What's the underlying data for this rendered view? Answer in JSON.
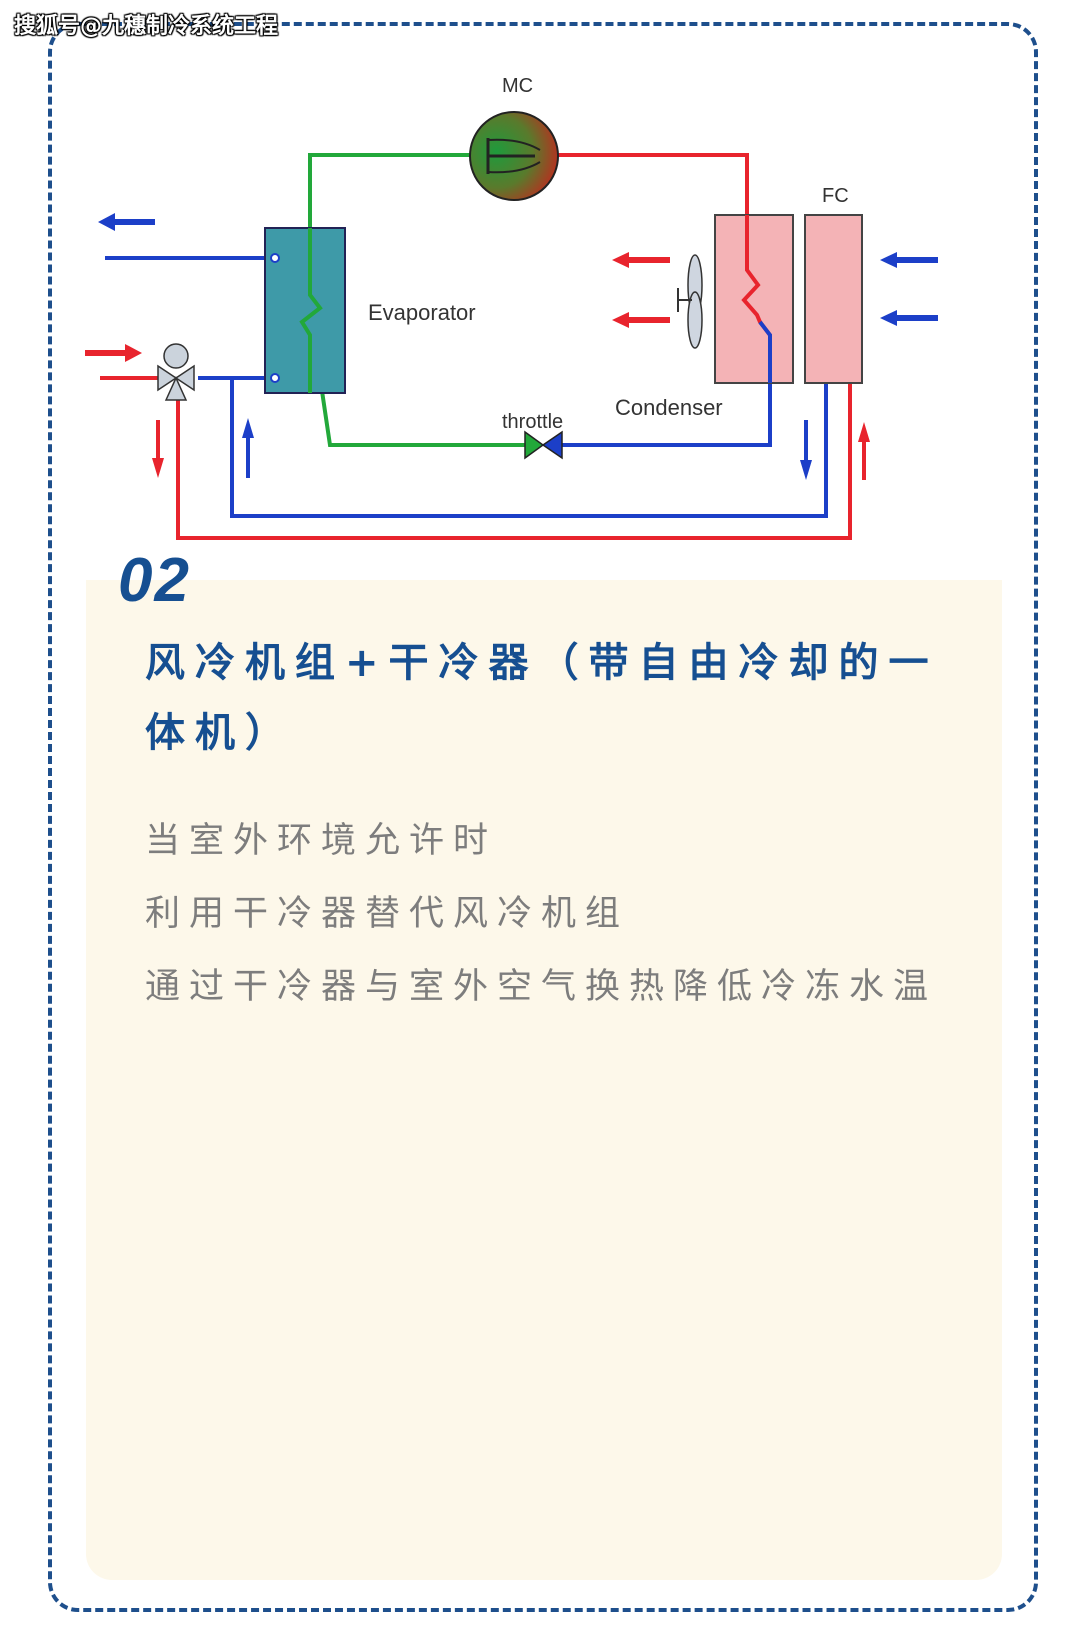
{
  "watermark": "搜狐号@九穗制冷系统工程",
  "diagram": {
    "labels": {
      "compressor": "MC",
      "fc": "FC",
      "evaporator": "Evaporator",
      "condenser": "Condenser",
      "throttle": "throttle"
    },
    "colors": {
      "red": "#e8242d",
      "blue": "#1c3fc8",
      "green": "#22a83a",
      "evaporator_fill": "#3e9aa8",
      "condenser_fill": "#f4b3b6"
    }
  },
  "section": {
    "number": "02",
    "title": "风冷机组+干冷器（带自由冷却的一体机）",
    "lines": [
      "当室外环境允许时",
      "利用干冷器替代风冷机组",
      "通过干冷器与室外空气换热降低冷冻水温"
    ]
  }
}
